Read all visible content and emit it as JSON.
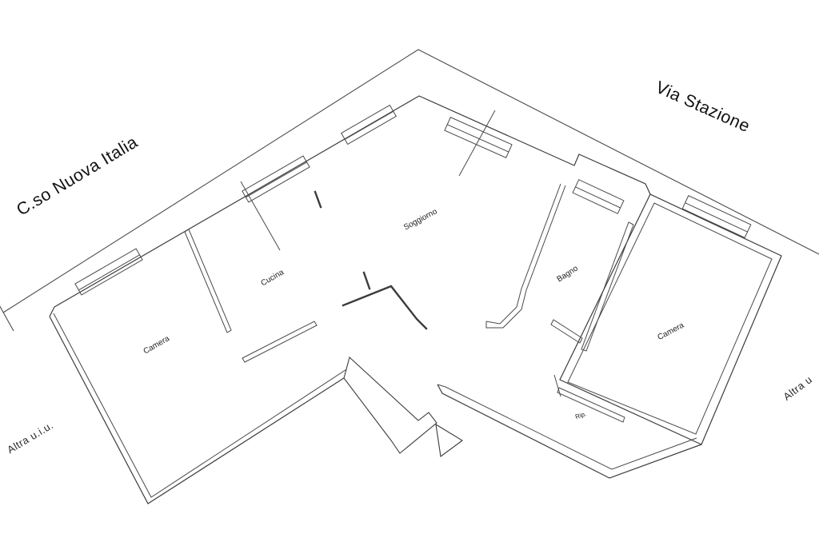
{
  "plan": {
    "type": "cadastral floor plan",
    "background_color": "#ffffff",
    "line_color": "#3c3c3c",
    "text_color": "#121212"
  },
  "streets": {
    "left": "C.so Nuova Italia",
    "right": "Via Stazione"
  },
  "adjacent_units": {
    "bottom_left": "Altra u.i.u.",
    "right_edge": "Altra u"
  },
  "rooms": {
    "camera_left": "Camera",
    "cucina": "Cucina",
    "soggiorno": "Soggiorno",
    "bagno": "Bagno",
    "camera_right": "Camera",
    "rip": "Rip."
  }
}
